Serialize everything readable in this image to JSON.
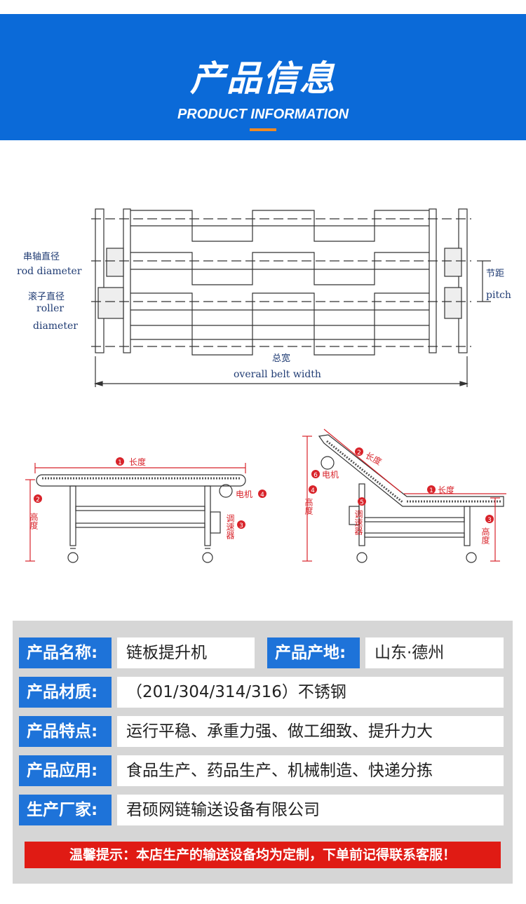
{
  "header": {
    "title": "产品信息",
    "subtitle": "PRODUCT INFORMATION"
  },
  "diagram_top": {
    "rod_diameter_cn": "串轴直径",
    "rod_diameter_en": "rod diameter",
    "roller_cn": "滚子直径",
    "roller_en_1": "roller",
    "roller_en_2": "diameter",
    "pitch_cn": "节距",
    "pitch_en": "pitch",
    "width_cn": "总宽",
    "width_en": "overall belt width"
  },
  "diagram_left": {
    "length": "长度",
    "height": "高度",
    "motor": "电机",
    "speed": "调速器",
    "n1": "1",
    "n2": "2",
    "n3": "3",
    "n4": "4"
  },
  "diagram_right": {
    "length1": "长度",
    "length2": "长度",
    "height4": "高度",
    "height3": "高度",
    "motor": "电机",
    "speed": "调速器",
    "n1": "1",
    "n2": "2",
    "n3": "3",
    "n4": "4",
    "n5": "5",
    "n6": "6"
  },
  "info": {
    "name_label": "产品名称:",
    "name_value": "链板提升机",
    "origin_label": "产品产地:",
    "origin_value": "山东·德州",
    "material_label": "产品材质:",
    "material_value": "（201/304/314/316）不锈钢",
    "feature_label": "产品特点:",
    "feature_value": "运行平稳、承重力强、做工细致、提升力大",
    "application_label": "产品应用:",
    "application_value": "食品生产、药品生产、机械制造、快递分拣",
    "maker_label": "生产厂家:",
    "maker_value": "君硕网链输送设备有限公司"
  },
  "notice": "温馨提示：本店生产的输送设备均为定制，下单前记得联系客服！",
  "colors": {
    "header_blue": "#0b6ad8",
    "label_blue": "#1e73d9",
    "accent_orange": "#f08a24",
    "notice_red": "#e01b14"
  }
}
